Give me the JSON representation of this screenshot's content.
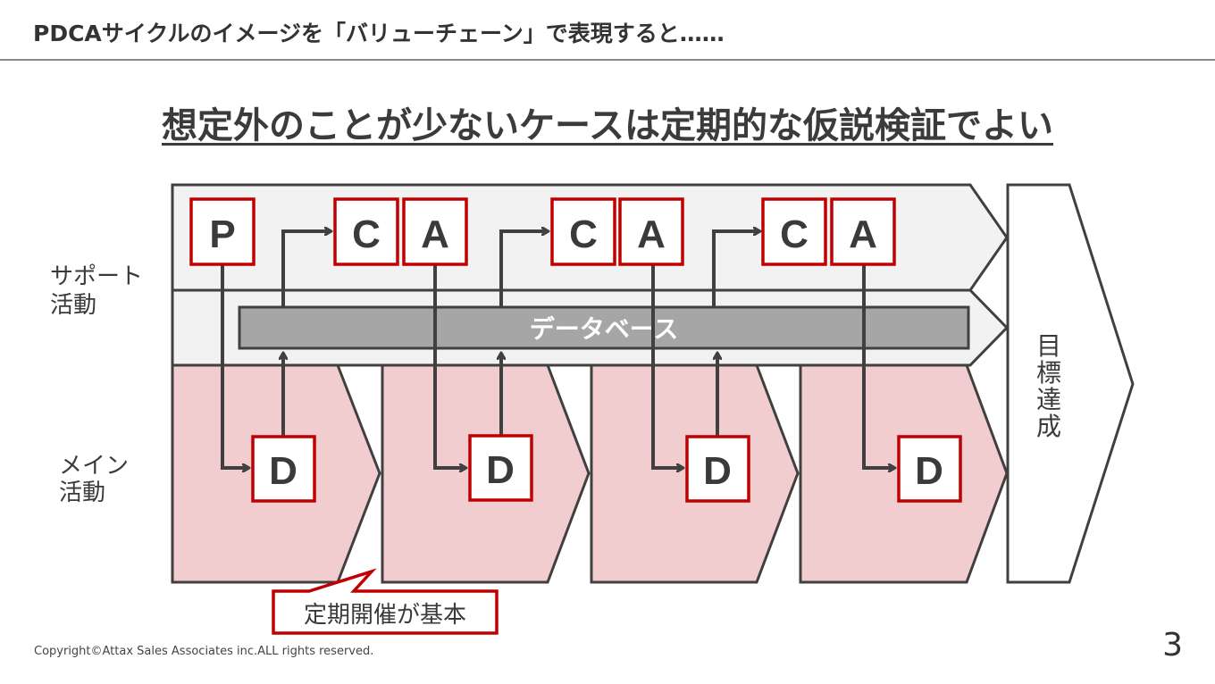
{
  "header": {
    "title": "PDCAサイクルのイメージを「バリューチェーン」で表現すると……"
  },
  "main_title": "想定外のことが少ないケースは定期的な仮説検証でよい",
  "rows": {
    "support_label": "サポート\n活動",
    "main_label": "メイン\n活動"
  },
  "database_label": "データベース",
  "goal_label": "目標達成",
  "boxes": {
    "p": "P",
    "c1": "C",
    "a1": "A",
    "c2": "C",
    "a2": "A",
    "c3": "C",
    "a3": "A",
    "d1": "D",
    "d2": "D",
    "d3": "D",
    "d4": "D"
  },
  "callout": "定期開催が基本",
  "footer": {
    "copyright": "Copyright©Attax Sales Associates inc.ALL rights reserved.",
    "page": "3"
  },
  "colors": {
    "accent_red": "#c00000",
    "pink_fill": "#f2cdcf",
    "light_gray": "#f2f2f2",
    "db_gray": "#a6a6a6",
    "stroke": "#404040"
  }
}
